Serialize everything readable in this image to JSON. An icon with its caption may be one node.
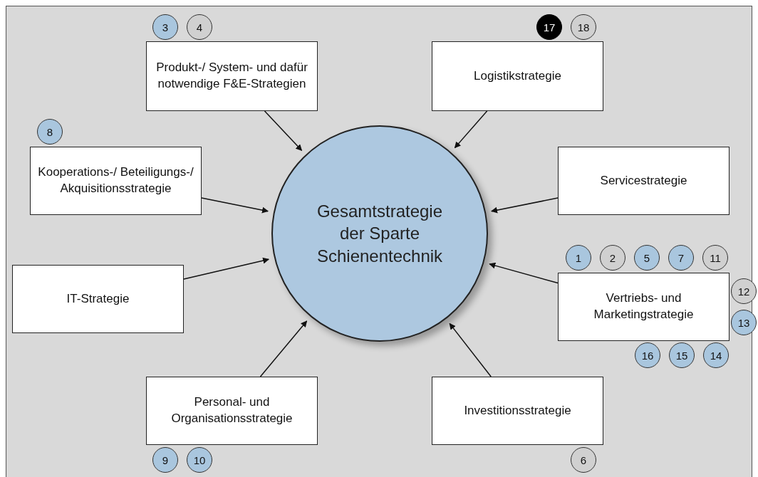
{
  "diagram": {
    "nodes": [
      {
        "text": [
          "3"
        ]
      },
      {
        "text": [
          "4"
        ]
      },
      {
        "text": [
          "17"
        ]
      },
      {
        "text": [
          "18"
        ]
      },
      {
        "text": [
          "Produkt-/ System- und dafür notwendige F&E-Strategien"
        ]
      },
      {
        "text": [
          "Logistikstrategie"
        ]
      },
      {
        "text": [
          "8"
        ]
      },
      {
        "text": [
          "Kooperations-/ Beteiligungs-/ Akquisitionsstrategie"
        ]
      },
      {
        "text": [
          "Gesamtstrategie der Sparte Schienentechnik"
        ]
      },
      {
        "text": [
          "Servicestrategie"
        ]
      },
      {
        "text": [
          "1"
        ]
      },
      {
        "text": [
          "2"
        ]
      },
      {
        "text": [
          "5"
        ]
      },
      {
        "text": [
          "7"
        ]
      },
      {
        "text": [
          "11"
        ]
      },
      {
        "text": [
          "IT-Strategie"
        ]
      },
      {
        "text": [
          "Vertriebs- und Marketingstrategie"
        ]
      },
      {
        "text": [
          "12"
        ]
      },
      {
        "text": [
          "13"
        ]
      },
      {
        "text": [
          "16"
        ]
      },
      {
        "text": [
          "15"
        ]
      },
      {
        "text": [
          "14"
        ]
      },
      {
        "text": [
          "Personal- und Organisationsstrategie"
        ]
      },
      {
        "text": [
          "Investitionsstrategie"
        ]
      },
      {
        "text": [
          "9"
        ]
      },
      {
        "text": [
          "10"
        ]
      },
      {
        "text": [
          "6"
        ]
      }
    ],
    "edges": [
      {
        "from": 4,
        "to": 8,
        "arrow": "to"
      },
      {
        "from": 5,
        "to": 8,
        "arrow": "to"
      },
      {
        "from": 7,
        "to": 8,
        "arrow": "to"
      },
      {
        "from": 9,
        "to": 8,
        "arrow": "to"
      },
      {
        "from": 15,
        "to": 8,
        "arrow": "to"
      },
      {
        "from": 16,
        "to": 8,
        "arrow": "to"
      },
      {
        "from": 22,
        "to": 8,
        "arrow": "to"
      },
      {
        "from": 23,
        "to": 8,
        "arrow": "to"
      }
    ]
  }
}
